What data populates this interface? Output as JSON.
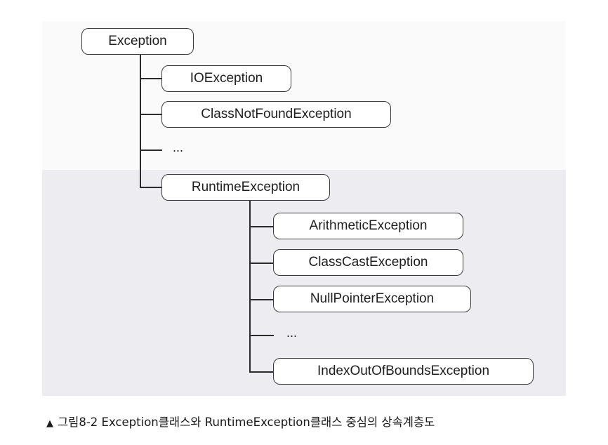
{
  "diagram": {
    "root": {
      "label": "Exception"
    },
    "level1": [
      {
        "label": "IOException"
      },
      {
        "label": "ClassNotFoundException"
      },
      {
        "label": "..."
      },
      {
        "label": "RuntimeException"
      }
    ],
    "runtime_children": [
      {
        "label": "ArithmeticException"
      },
      {
        "label": "ClassCastException"
      },
      {
        "label": "NullPointerException"
      },
      {
        "label": "..."
      },
      {
        "label": "IndexOutOfBoundsException"
      }
    ]
  },
  "caption": {
    "marker": "▲",
    "text": "그림8-2  Exception클래스와 RuntimeException클래스 중심의 상속계층도"
  }
}
